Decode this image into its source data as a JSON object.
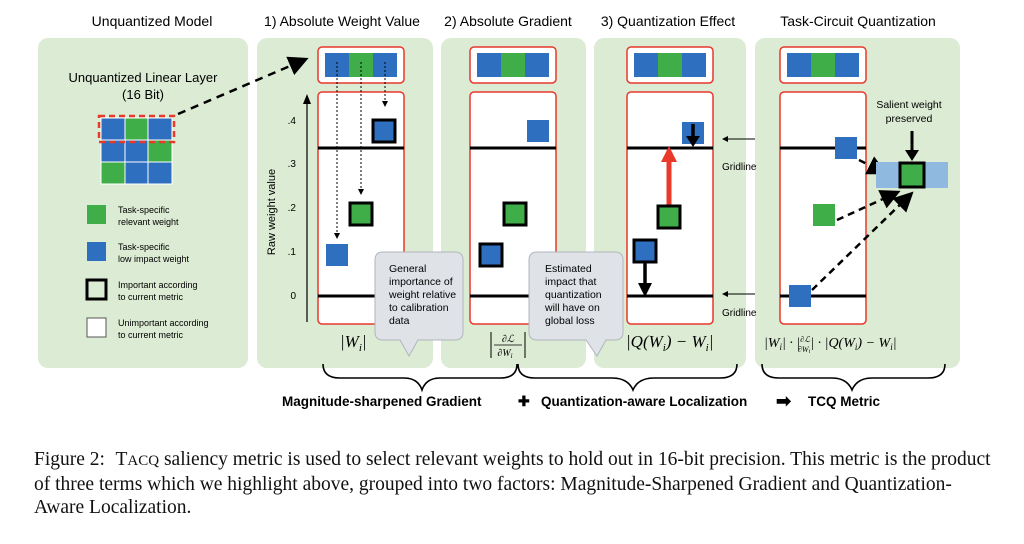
{
  "headers": {
    "unquantized": "Unquantized Model",
    "absolute_weight": "1) Absolute Weight Value",
    "absolute_gradient": "2) Absolute Gradient",
    "quantization_effect": "3) Quantization Effect",
    "tcq": "Task-Circuit Quantization"
  },
  "layer": {
    "title_line1": "Unquantized Linear Layer",
    "title_line2": "(16 Bit)"
  },
  "legend": {
    "green_line1": "Task-specific",
    "green_line2": "relevant weight",
    "blue_line1": "Task-specific",
    "blue_line2": "low impact weight",
    "important_line1": "Important according",
    "important_line2": "to current metric",
    "unimportant_line1": "Unimportant according",
    "unimportant_line2": "to current metric"
  },
  "axis": {
    "ylabel": "Raw weight value",
    "ticks": [
      ".4",
      ".3",
      ".2",
      ".1",
      "0"
    ]
  },
  "gridline_label": "Gridline",
  "callout1": {
    "line1": "General",
    "line2": "importance of",
    "line3": "weight relative",
    "line4": "to calibration",
    "line5": "data"
  },
  "callout2": {
    "line1": "Estimated",
    "line2": "impact that",
    "line3": "quantization",
    "line4": "will have on",
    "line5": "global loss"
  },
  "salient": {
    "line1": "Salient weight",
    "line2": "preserved"
  },
  "formulas": {
    "f1": "|W",
    "f1_sub": "i",
    "f1_end": "|",
    "f2_num": "∂ℒ",
    "f2_den": "∂W",
    "f2_den_sub": "i",
    "f3": "|Q(W",
    "f3_mid": ") − W",
    "f3_end": "|",
    "f4": "|W",
    "f4_rest": "| · |",
    "f4_tail": "| · |Q(W",
    "f4_tail2": ") − W",
    "f4_end": "|"
  },
  "bottom": {
    "term1": "Magnitude-sharpened Gradient",
    "plus": "✚",
    "term2": "Quantization-aware Localization",
    "arrow": "➡",
    "term3": "TCQ Metric"
  },
  "caption": {
    "lead": "Figure 2:",
    "tacq_T": "T",
    "tacq_rest": "ACQ",
    "text": " saliency metric is used to select relevant weights to hold out in 16-bit precision. This metric is the product of three terms which we highlight above, grouped into two factors: Magnitude-Sharpened Gradient and Quantization-Aware Localization."
  },
  "colors": {
    "panel": "#dcebd3",
    "green": "#3fae49",
    "blue": "#2f6fbf",
    "red": "#e8392b",
    "frame": "#e8392b",
    "preserved": "#8fb9de"
  }
}
